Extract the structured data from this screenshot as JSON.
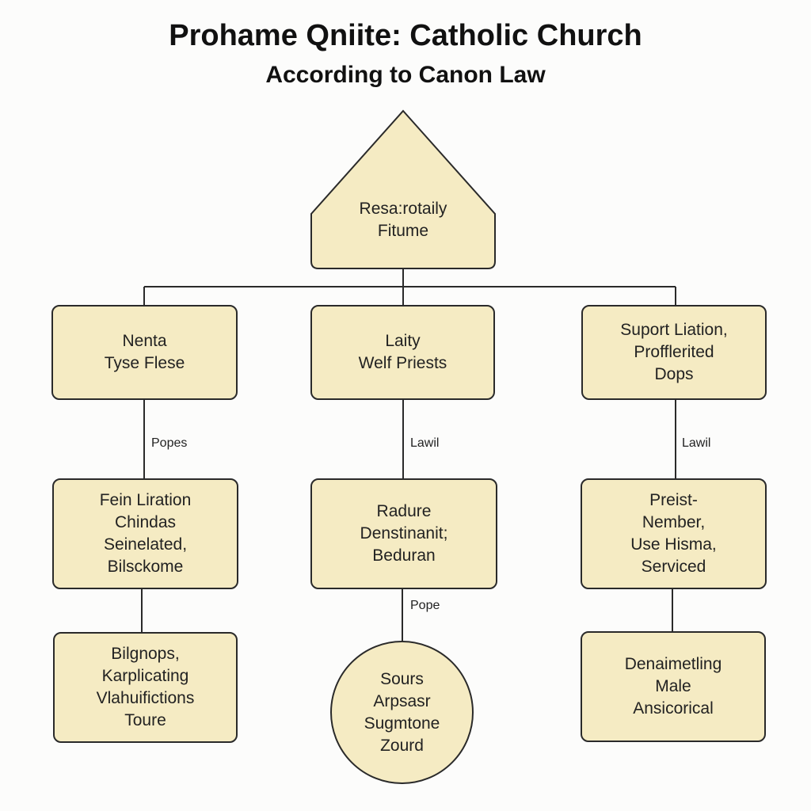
{
  "title": "Prohame Qniite: Catholic Church",
  "subtitle": "According to Canon Law",
  "root": {
    "line1": "Resa:rotaily",
    "line2": "Fitume"
  },
  "level1": [
    {
      "text": "Nenta\nTyse Flese"
    },
    {
      "text": "Laity\nWelf Priests"
    },
    {
      "text": "Suport Liation,\nProfflerited\nDops"
    }
  ],
  "edge_labels": [
    "Popes",
    "Lawil",
    "Lawil",
    "Pope"
  ],
  "level2": [
    {
      "text": "Fein Liration\nChindas\nSeinelated,\nBilsckome"
    },
    {
      "text": "Radure\nDenstinanit;\nBeduran"
    },
    {
      "text": "Preist-\nNember,\nUse Hisma,\nServiced"
    }
  ],
  "level3": [
    {
      "text": "Bilgnops,\nKarplicating\nVlahuifictions\nToure"
    },
    {
      "text": "Sours\nArpsasr\nSugmtone\nZourd"
    },
    {
      "text": "Denaimetling\nMale\nAnsicorical"
    }
  ]
}
